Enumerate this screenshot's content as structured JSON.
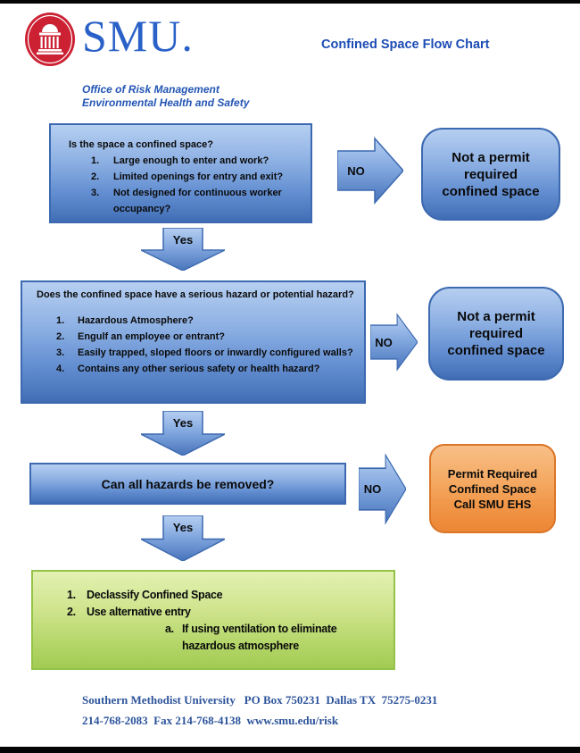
{
  "header": {
    "logo_text": "SMU.",
    "title": "Confined Space Flow Chart",
    "dept_line1": "Office of Risk Management",
    "dept_line2": "Environmental Health and Safety"
  },
  "flowchart": {
    "box1": {
      "question": "Is the space a confined space?",
      "items": [
        {
          "num": "1.",
          "text": "Large enough to enter and work?"
        },
        {
          "num": "2.",
          "text": "Limited openings for entry and exit?"
        },
        {
          "num": "3.",
          "text": "Not designed for continuous worker occupancy?"
        }
      ]
    },
    "arrow_no1": {
      "label": "NO"
    },
    "result1": {
      "lines": [
        "Not a permit",
        "required",
        "confined space"
      ]
    },
    "arrow_yes1": {
      "label": "Yes"
    },
    "box2": {
      "question": "Does the confined space have a serious hazard or potential hazard?",
      "items": [
        {
          "num": "1.",
          "text": "Hazardous Atmosphere?"
        },
        {
          "num": "2.",
          "text": "Engulf an employee or entrant?"
        },
        {
          "num": "3.",
          "text": "Easily trapped, sloped floors or inwardly configured walls?"
        },
        {
          "num": "4.",
          "text": "Contains any other serious safety or health hazard?"
        }
      ]
    },
    "arrow_no2": {
      "label": "NO"
    },
    "result2": {
      "lines": [
        "Not a permit",
        "required",
        "confined space"
      ]
    },
    "arrow_yes2": {
      "label": "Yes"
    },
    "box3": {
      "question": "Can all hazards be removed?"
    },
    "arrow_no3": {
      "label": "NO"
    },
    "result3": {
      "lines": [
        "Permit Required",
        "Confined Space",
        "Call SMU EHS"
      ]
    },
    "arrow_yes3": {
      "label": "Yes"
    },
    "box4": {
      "items": [
        {
          "num": "1.",
          "text": "Declassify Confined Space"
        },
        {
          "num": "2.",
          "text": "Use alternative entry"
        }
      ],
      "subitem": {
        "num": "a.",
        "text": "If using ventilation to eliminate hazardous atmosphere"
      }
    }
  },
  "footer": {
    "line1": "Southern Methodist University   PO Box 750231  Dallas TX  75275-0231",
    "line2": "214-768-2083  Fax 214-768-4138  www.smu.edu/risk"
  },
  "colors": {
    "title_blue": "#1c4cb5",
    "smu_blue": "#2a61c8",
    "logo_red": "#cc2033",
    "box_blue_border": "#3c69b0",
    "orange_border": "#db7527",
    "green_border": "#95c248",
    "footer_blue": "#2d549b"
  }
}
